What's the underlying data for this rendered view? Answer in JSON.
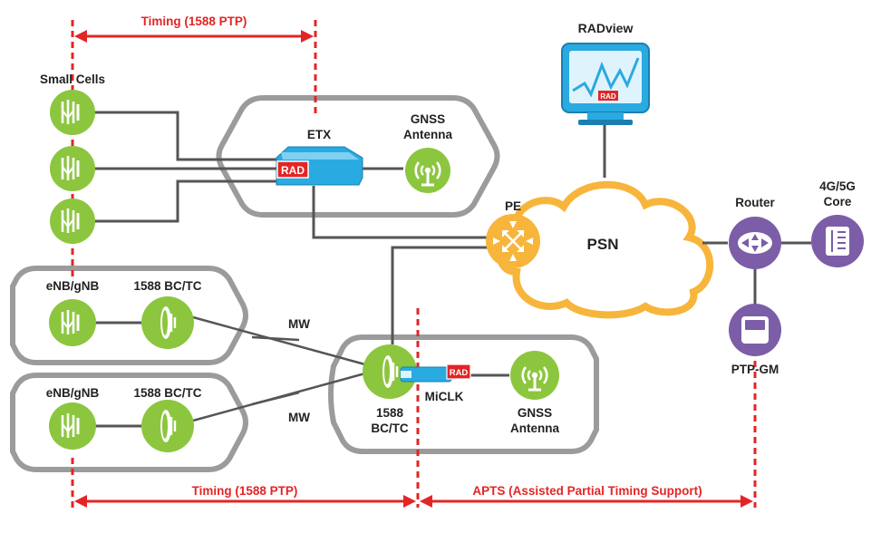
{
  "labels": {
    "timing_top": "Timing (1588 PTP)",
    "timing_bottom": "Timing (1588 PTP)",
    "apts": "APTS (Assisted Partial Timing Support)",
    "small_cells": "Small Cells",
    "etx": "ETX",
    "gnss_top_1": "GNSS",
    "gnss_top_2": "Antenna",
    "radview": "RADview",
    "pe": "PE",
    "psn": "PSN",
    "router": "Router",
    "core_1": "4G/5G",
    "core_2": "Core",
    "ptp_gm": "PTP-GM",
    "enb_1": "eNB/gNB",
    "bctc_1": "1588 BC/TC",
    "enb_2": "eNB/gNB",
    "bctc_2": "1588 BC/TC",
    "mw_1": "MW",
    "mw_2": "MW",
    "miclk": "MiCLK",
    "bctc_center_1": "1588",
    "bctc_center_2": "BC/TC",
    "gnss_bottom_1": "GNSS",
    "gnss_bottom_2": "Antenna",
    "rad_logo": "RAD"
  },
  "colors": {
    "green": "#8cc63f",
    "purple": "#7b5ea7",
    "orange": "#f7b53b",
    "blue": "#29aae1",
    "red": "#e32526",
    "gray_region": "#9b9b9b",
    "line": "#555555"
  },
  "icons": {
    "small_cell": "antenna-panel-icon",
    "gnss": "gnss-antenna-icon",
    "dish": "microwave-dish-icon",
    "router": "router-icon",
    "core": "core-server-icon",
    "ptp_gm": "grandmaster-clock-icon",
    "monitor": "monitor-icon",
    "pe": "pe-router-icon"
  }
}
